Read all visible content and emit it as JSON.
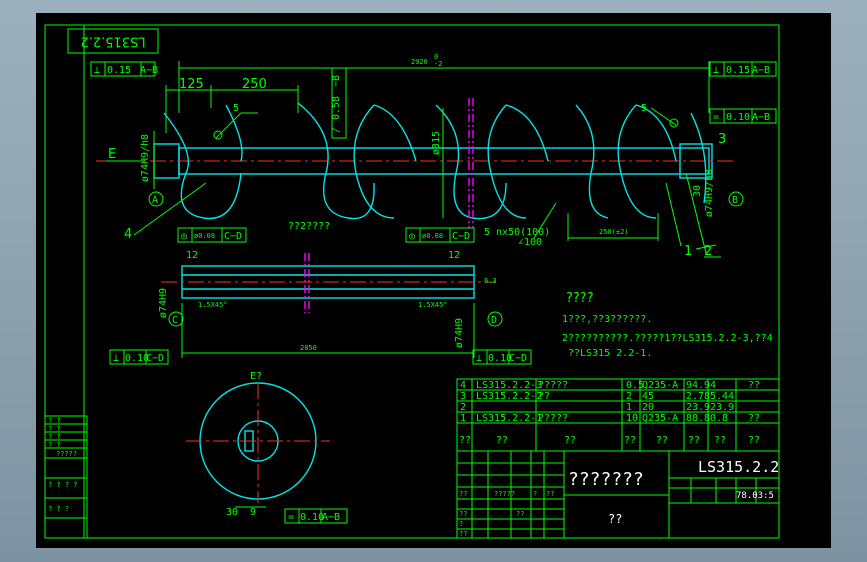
{
  "drawing": {
    "code_rotated": "LS315.2.2",
    "drawing_number": "LS315.2.2",
    "title_marks": "???????",
    "material_marks": "??",
    "scale": "78.03:5",
    "view_label": "E?",
    "section_label_main": "??2????",
    "notes_heading": "????",
    "notes": [
      "1???,??3??????.",
      "2??????????.?????1??LS315.2.2-3,??4",
      "??LS315 2.2-1."
    ]
  },
  "dimensions": {
    "overall_length": "2920",
    "overall_tol": "0\n-2",
    "d125": "125",
    "d250": "250",
    "d315": "ø315",
    "fit_left": "ø74H9/h8",
    "fit_right": "ø74H9/h8",
    "d12_left": "12",
    "d12_right": "12",
    "d30_right": "30",
    "d3": "3",
    "pitch": "250(±2)",
    "weld": "5 nx50(100)",
    "weld_sub": "∠100",
    "shaft_length": "2850",
    "shaft_dia_left": "ø74H9",
    "shaft_dia_right": "ø74H9",
    "chamfer_left": "1.5X45°",
    "chamfer_right": "1.5X45°",
    "rough": "6.3",
    "d30_section": "30",
    "d9": "9",
    "weld_sym_left": "5",
    "weld_sym_right": "5"
  },
  "datums": {
    "A": "A",
    "B": "B",
    "C": "C",
    "D": "D",
    "E": "E"
  },
  "tolerances": {
    "top_left": {
      "sym": "⊥",
      "val": "0.15",
      "ref": "A−B"
    },
    "top_right": {
      "sym": "⊥",
      "val": "0.15",
      "ref": "A−B"
    },
    "mid_right": {
      "sym": "=",
      "val": "0.10",
      "ref": "A−B"
    },
    "flange": {
      "sym": "/",
      "val": "0.58",
      "ref": "−B"
    },
    "shaft_left_top": {
      "sym": "◎",
      "val": "ø0.08",
      "ref": "C−D"
    },
    "shaft_right_top": {
      "sym": "◎",
      "val": "ø0.08",
      "ref": "C−D"
    },
    "shaft_left_bot": {
      "sym": "⊥",
      "val": "0.10",
      "ref": "C−D"
    },
    "shaft_right_bot": {
      "sym": "⊥",
      "val": "0.10",
      "ref": "C−D"
    },
    "section": {
      "sym": "=",
      "val": "0.10",
      "ref": "A−B"
    }
  },
  "balloons": [
    "1",
    "2",
    "3",
    "4"
  ],
  "parts_list": [
    {
      "no": "4",
      "code": "LS315.2.2-3",
      "name": "?????",
      "qty": "0.5",
      "mat": "Q235-A",
      "w1": "94.9",
      "w2": "4",
      "note": "??"
    },
    {
      "no": "3",
      "code": "LS315.2.2-2",
      "name": "??",
      "qty": "2",
      "mat": "45",
      "w1": "2.78",
      "w2": "5.44",
      "note": ""
    },
    {
      "no": "2",
      "code": "",
      "name": "",
      "qty": "1",
      "mat": "20",
      "w1": "23.9",
      "w2": "23.9",
      "note": ""
    },
    {
      "no": "1",
      "code": "LS315.2.2-1",
      "name": "?????",
      "qty": "10",
      "mat": "Q235-A",
      "w1": "88.8",
      "w2": "0.8",
      "note": "??"
    }
  ],
  "parts_header": [
    "??",
    "??",
    "??",
    "??",
    "??",
    "??",
    "??",
    "??"
  ],
  "title_block_cells": [
    "??",
    "?????",
    "?",
    "??",
    "??",
    "?",
    "??",
    "??"
  ],
  "revision_labels": [
    "? ?",
    "? ?",
    "? ?",
    "? ?",
    "?????",
    "? ? ? ?",
    "? ? ?"
  ]
}
